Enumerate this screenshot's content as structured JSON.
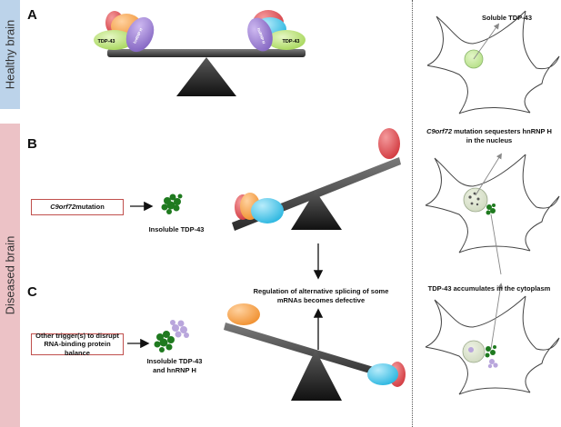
{
  "sidebar": {
    "healthy": "Healthy brain",
    "diseased": "Diseased brain"
  },
  "panels": {
    "a": "A",
    "b": "B",
    "c": "C"
  },
  "panel_a": {
    "tdp43_left": "TDP-43",
    "hnrnp_left": "hnRNP H",
    "tdp43_right": "TDP-43",
    "hnrnp_right": "hnRNP H",
    "cell_caption": "Soluble TDP-43"
  },
  "panel_b": {
    "mutation_gene": "C9orf72",
    "mutation_suffix": " mutation",
    "aggregate_caption": "Insoluble TDP-43",
    "cell_caption_gene": "C9orf72",
    "cell_caption_rest": " mutation sequesters hnRNP H",
    "cell_caption_line2": "in the nucleus"
  },
  "center_caption": {
    "line1": "Regulation of alternative splicing of some",
    "line2": "mRNAs becomes defective"
  },
  "panel_c": {
    "trigger_line1": "Other trigger(s) to disrupt",
    "trigger_line2": "RNA-binding protein balance",
    "aggregate_line1": "Insoluble TDP-43",
    "aggregate_line2": "and hnRNP H",
    "cell_caption": "TDP-43 accumulates in the cytoplasm"
  },
  "colors": {
    "healthy_bar": "#bcd3ea",
    "diseased_bar": "#ecc2c6",
    "tdp43_green": "#b5df6a",
    "hnrnp_purple": "#9b7fcf",
    "protein_red": "#e0474c",
    "protein_orange": "#f5a04a",
    "protein_cyan": "#40c4e8",
    "aggregate_green": "#1f7a1f",
    "aggregate_lilac": "#b9a6dc",
    "label_border": "#c0504d"
  }
}
